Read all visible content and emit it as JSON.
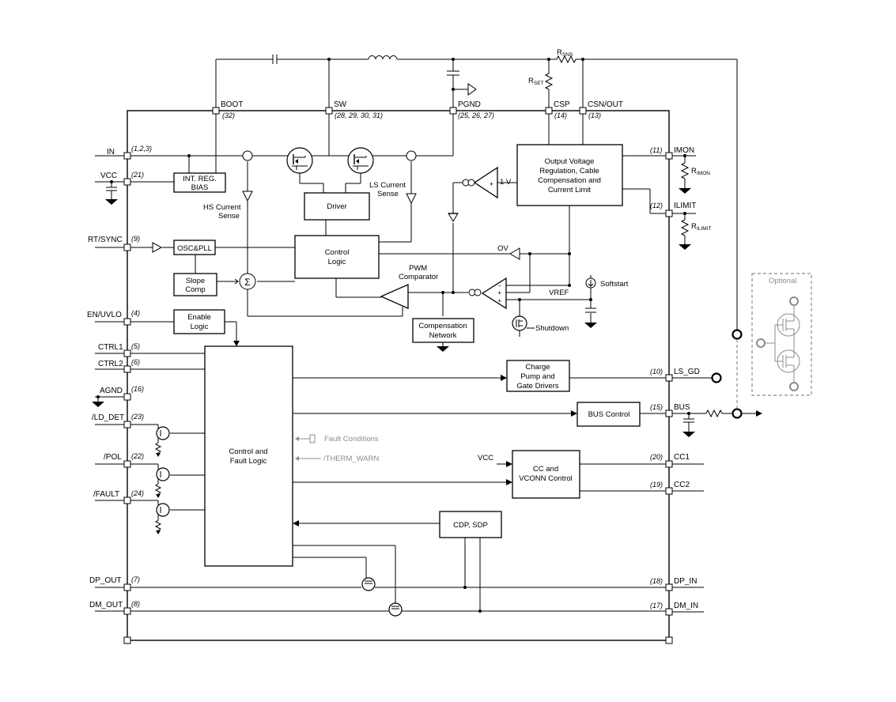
{
  "pins": {
    "boot": {
      "name": "BOOT",
      "num": "(32)"
    },
    "sw": {
      "name": "SW",
      "num": "(28, 29, 30, 31)"
    },
    "pgnd": {
      "name": "PGND",
      "num": "(25, 26, 27)"
    },
    "csp": {
      "name": "CSP",
      "num": "(14)"
    },
    "csn": {
      "name": "CSN/OUT",
      "num": "(13)"
    },
    "in": {
      "name": "IN",
      "num": "(1,2,3)"
    },
    "vcc": {
      "name": "VCC",
      "num": "(21)"
    },
    "rt_sync": {
      "name": "RT/SYNC",
      "num": "(9)"
    },
    "en_uvlo": {
      "name": "EN/UVLO",
      "num": "(4)"
    },
    "ctrl1": {
      "name": "CTRL1",
      "num": "(5)"
    },
    "ctrl2": {
      "name": "CTRL2",
      "num": "(6)"
    },
    "agnd": {
      "name": "AGND",
      "num": "(16)"
    },
    "ld_det": {
      "name": "/LD_DET",
      "num": "(23)"
    },
    "pol": {
      "name": "/POL",
      "num": "(22)"
    },
    "fault": {
      "name": "/FAULT",
      "num": "(24)"
    },
    "dp_out": {
      "name": "DP_OUT",
      "num": "(7)"
    },
    "dm_out": {
      "name": "DM_OUT",
      "num": "(8)"
    },
    "imon": {
      "name": "IMON",
      "num": "(11)"
    },
    "ilimit": {
      "name": "ILIMIT",
      "num": "(12)"
    },
    "ls_gd": {
      "name": "LS_GD",
      "num": "(10)"
    },
    "bus": {
      "name": "BUS",
      "num": "(15)"
    },
    "cc1": {
      "name": "CC1",
      "num": "(20)"
    },
    "cc2": {
      "name": "CC2",
      "num": "(19)"
    },
    "dp_in": {
      "name": "DP_IN",
      "num": "(18)"
    },
    "dm_in": {
      "name": "DM_IN",
      "num": "(17)"
    }
  },
  "blocks": {
    "int_reg": [
      "INT. REG.",
      "BIAS"
    ],
    "driver": [
      "Driver"
    ],
    "control_logic": [
      "Control",
      "Logic"
    ],
    "osc_pll": [
      "OSC&PLL"
    ],
    "slope_comp": [
      "Slope",
      "Comp"
    ],
    "enable_logic": [
      "Enable",
      "Logic"
    ],
    "output_voltage_reg": [
      "Output Voltage",
      "Regulation, Cable",
      "Compensation and",
      "Current Limit"
    ],
    "compensation_network": [
      "Compensation",
      "Network"
    ],
    "control_fault_logic": [
      "Control and",
      "Fault Logic"
    ],
    "charge_pump": [
      "Charge",
      "Pump and",
      "Gate Drivers"
    ],
    "bus_control": [
      "BUS Control"
    ],
    "cc_vconn": [
      "CC and",
      "VCONN Control"
    ],
    "cdp_sdp": [
      "CDP, SDP"
    ]
  },
  "labels": {
    "hs_current_sense": [
      "HS Current",
      "Sense"
    ],
    "ls_current_sense": [
      "LS Current",
      "Sense"
    ],
    "pwm_comparator": [
      "PWM",
      "Comparator"
    ],
    "ov": "OV",
    "vref": "VREF",
    "softstart": "Softstart",
    "shutdown": "Shutdown",
    "one_v": "1 V",
    "fault_conditions": "Fault Conditions",
    "therm_warn": "/THERM_WARN",
    "vcc_cc": "VCC",
    "optional": "Optional",
    "sigma": "Σ"
  },
  "resistors": {
    "rsns": {
      "main": "R",
      "sub": "SNS"
    },
    "rset": {
      "main": "R",
      "sub": "SET"
    },
    "rimon": {
      "main": "R",
      "sub": "IMON"
    },
    "rilimit": {
      "main": "R",
      "sub": "ILIMIT"
    }
  },
  "colors": {
    "line": "#000000",
    "muted": "#8c8c8c"
  }
}
